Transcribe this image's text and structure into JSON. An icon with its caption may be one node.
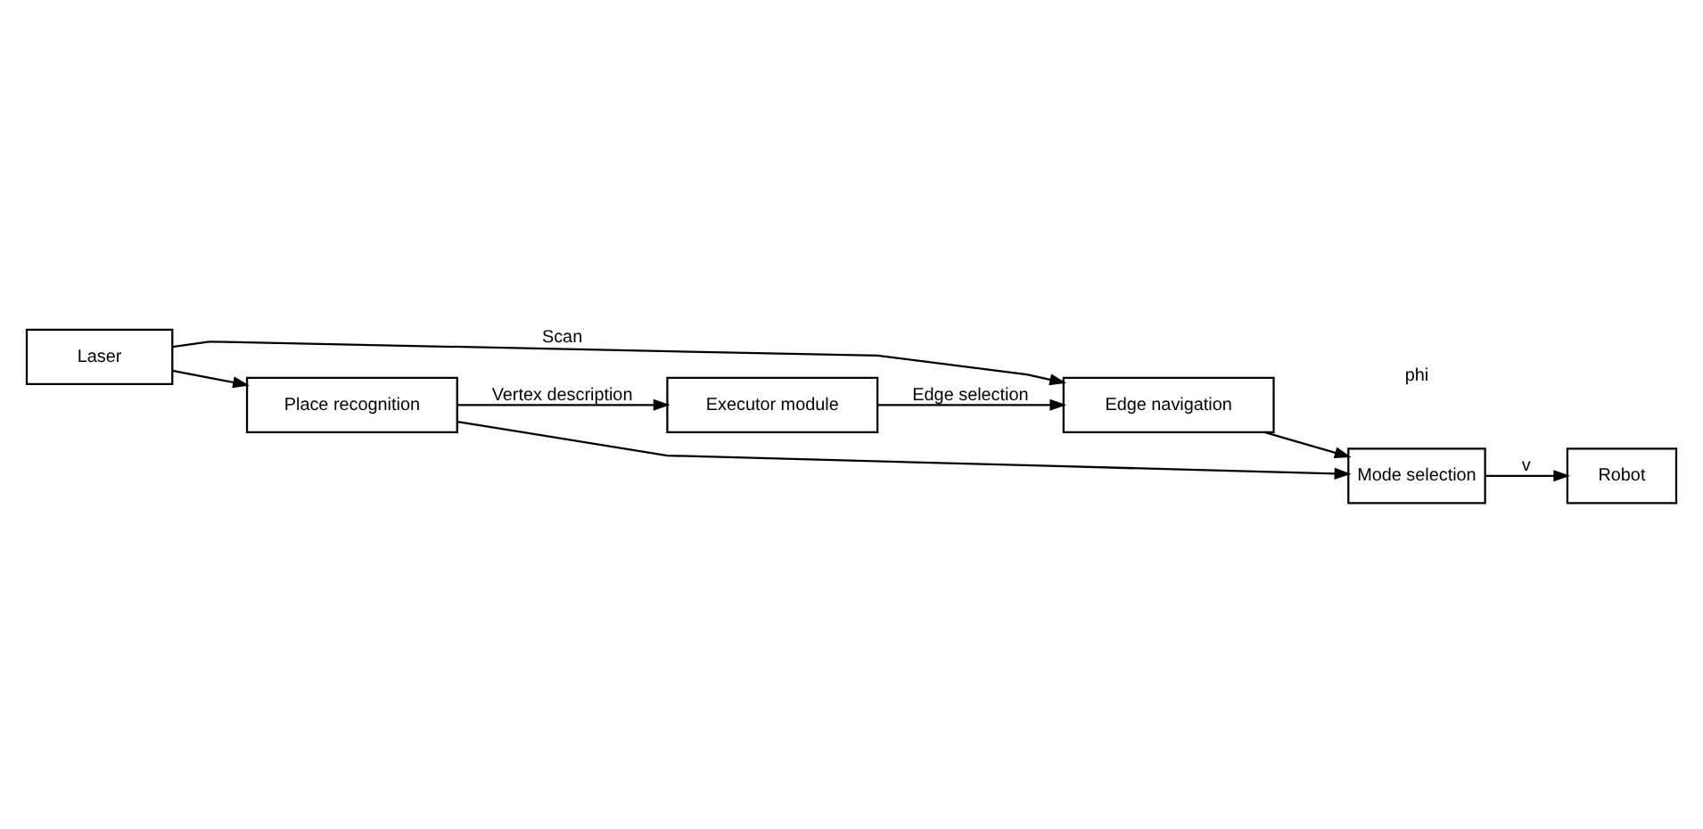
{
  "diagram": {
    "nodes": [
      {
        "text": [
          "Laser"
        ]
      },
      {
        "text": [
          "Executor module"
        ]
      },
      {
        "text": [
          "Edge navigation"
        ]
      },
      {
        "text": [
          "Place recognition"
        ]
      },
      {
        "text": [
          "Mode selection"
        ]
      },
      {
        "text": [
          "Robot"
        ]
      }
    ],
    "edges": [
      {
        "from": 0,
        "to": 2,
        "arrow": "to",
        "label": "Scan"
      },
      {
        "from": 0,
        "to": 3,
        "arrow": "to"
      },
      {
        "from": 3,
        "to": 1,
        "arrow": "to",
        "label": "Vertex description"
      },
      {
        "from": 1,
        "to": 2,
        "arrow": "to",
        "label": "Edge selection"
      },
      {
        "from": 3,
        "to": 4,
        "arrow": "to"
      },
      {
        "from": 2,
        "to": 4,
        "arrow": "to"
      },
      {
        "from": 4,
        "to": 5,
        "arrow": "to",
        "label": "v"
      }
    ],
    "labels": [
      "phi"
    ]
  }
}
